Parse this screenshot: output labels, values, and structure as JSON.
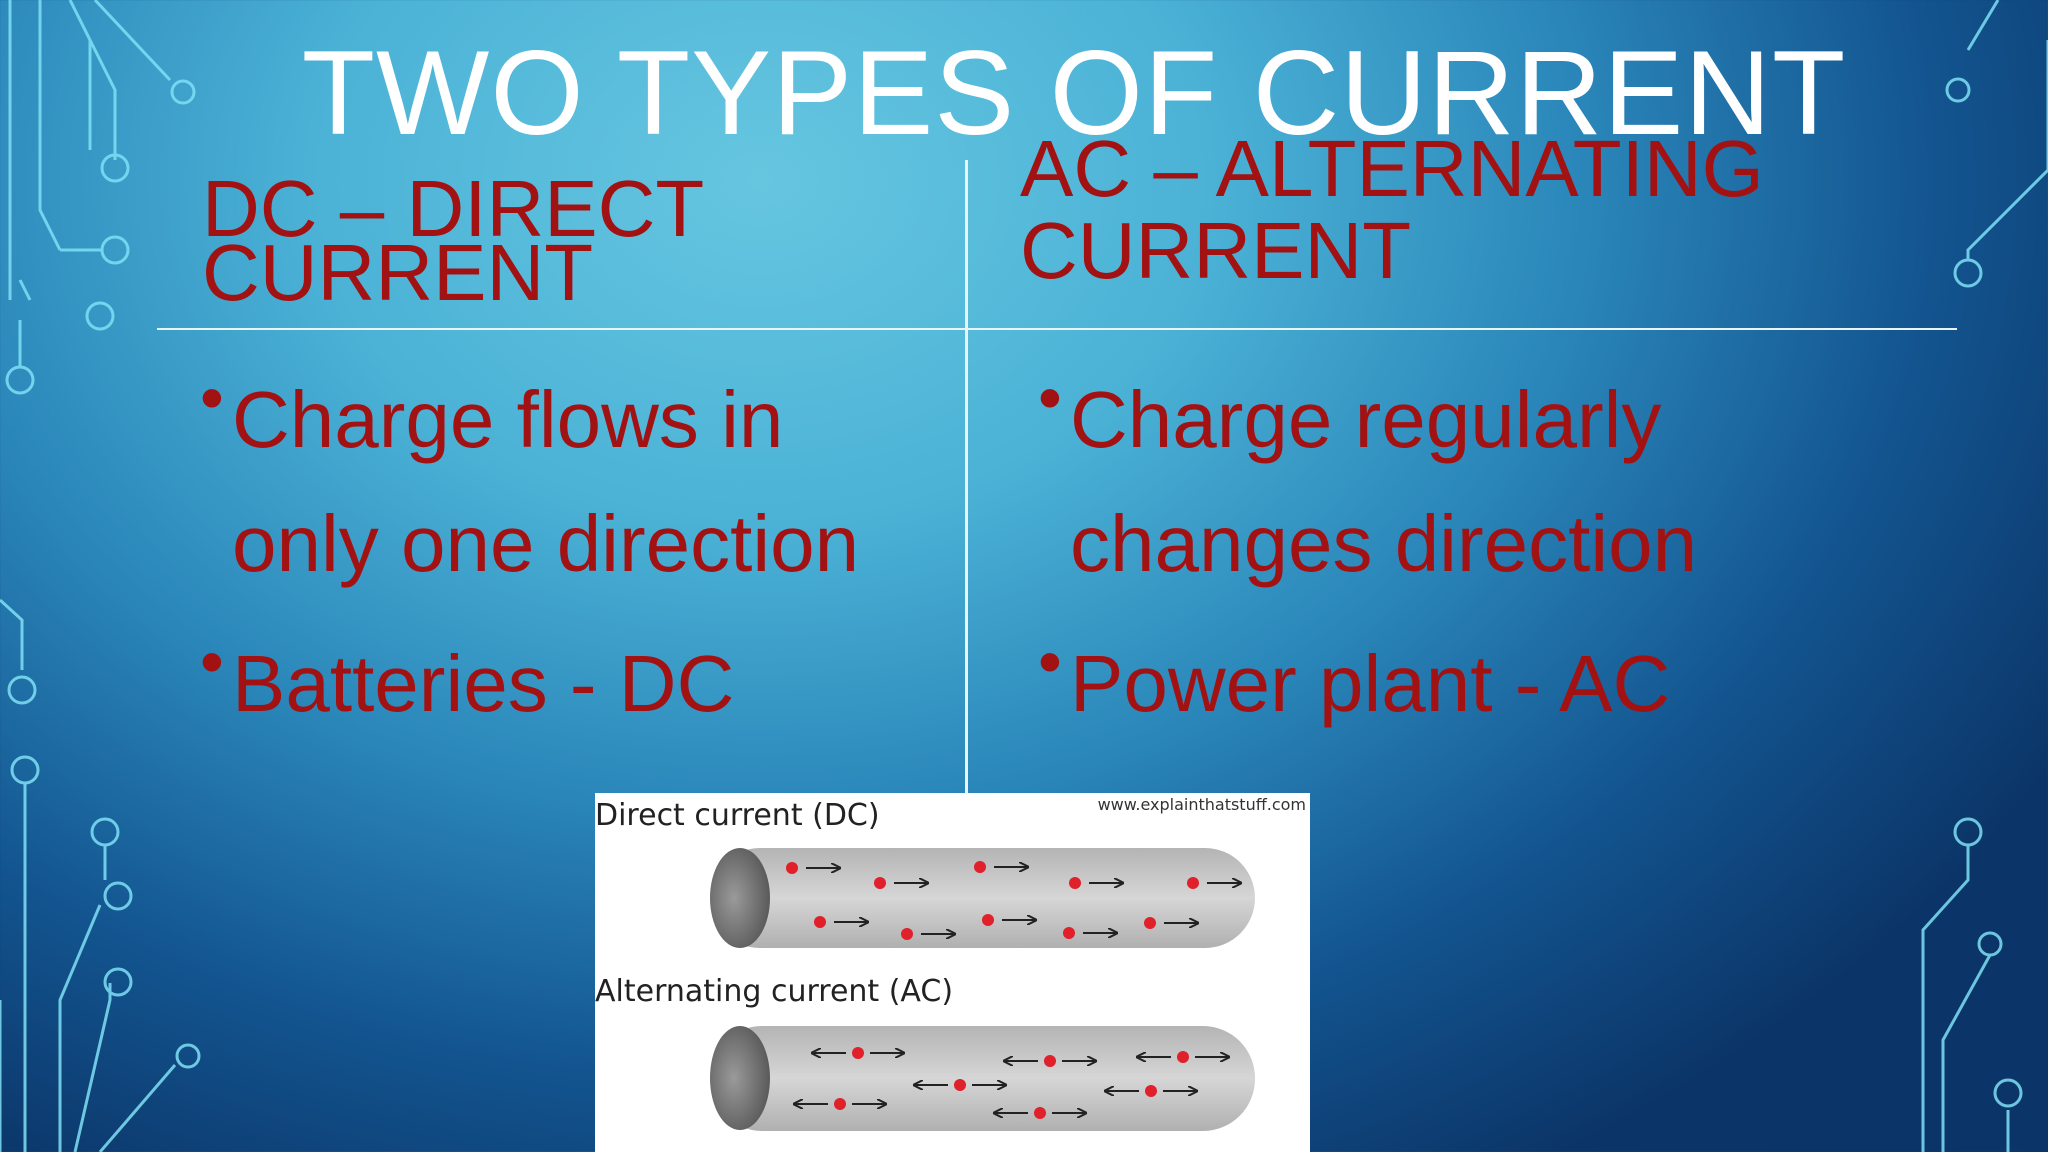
{
  "slide": {
    "title": "TWO TYPES OF CURRENT",
    "columns": [
      {
        "heading_line1": "DC – DIRECT",
        "heading_line2": "CURRENT",
        "bullets": [
          {
            "line1": "Charge flows in",
            "line2": "only one direction"
          },
          {
            "line1": "Batteries - DC",
            "line2": ""
          }
        ]
      },
      {
        "heading_line1": "AC – ALTERNATING",
        "heading_line2": "CURRENT",
        "bullets": [
          {
            "line1": "Charge regularly",
            "line2": "changes direction"
          },
          {
            "line1": "Power plant - AC",
            "line2": ""
          }
        ]
      }
    ],
    "bullet_glyph": "•"
  },
  "diagram": {
    "dc_label": "Direct current (DC)",
    "ac_label": "Alternating current (AC)",
    "credit": "www.explainthatstuff.com"
  },
  "colors": {
    "heading": "#a31212",
    "title": "#ffffff",
    "divider": "#e8f4f8",
    "charge_dot": "#e0202a",
    "circuit_lines": "#7fe0f5"
  }
}
